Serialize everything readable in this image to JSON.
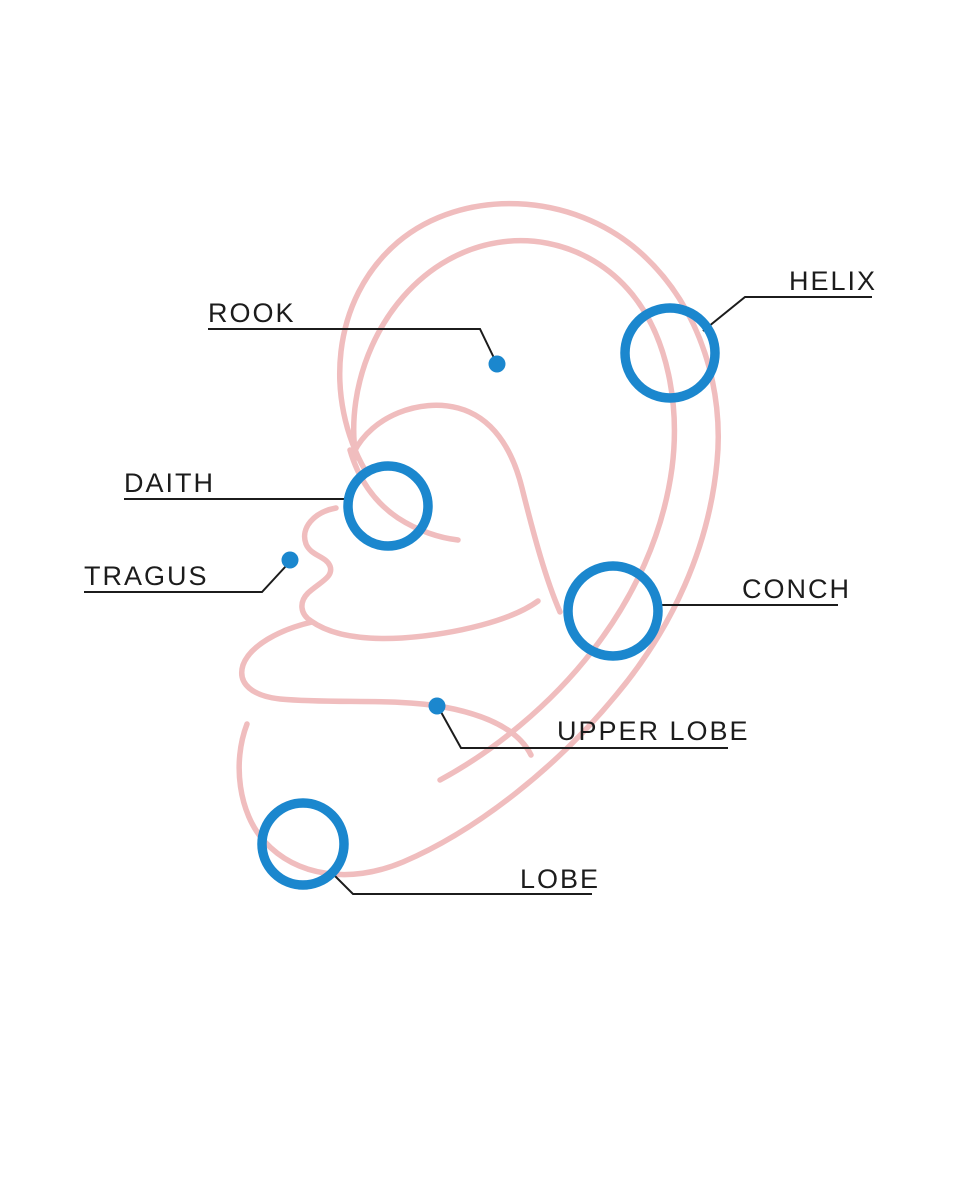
{
  "diagram": {
    "subject": "ear-piercing-locations"
  },
  "piercings": [
    {
      "name": "HELIX",
      "marker": "ring"
    },
    {
      "name": "ROOK",
      "marker": "dot"
    },
    {
      "name": "DAITH",
      "marker": "ring"
    },
    {
      "name": "TRAGUS",
      "marker": "dot"
    },
    {
      "name": "CONCH",
      "marker": "ring"
    },
    {
      "name": "UPPER LOBE",
      "marker": "dot"
    },
    {
      "name": "LOBE",
      "marker": "ring"
    }
  ],
  "colors": {
    "ear_outline": "#f0bdbe",
    "marker": "#1b87ce",
    "label_text": "#1c1c1c",
    "leader_line": "#1c1c1c",
    "background": "#ffffff"
  }
}
